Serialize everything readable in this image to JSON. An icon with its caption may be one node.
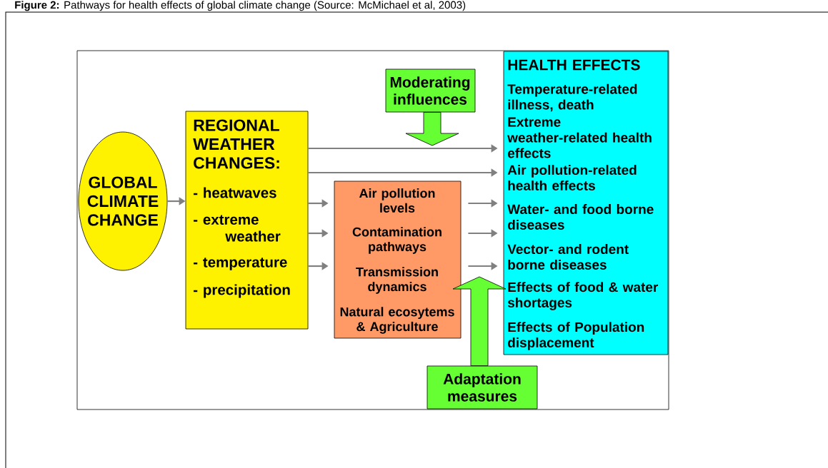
{
  "diagram": {
    "title": "**Figure 2:** Pathways for health effects of global climate change (Source: McMichael et al, 2003)",
    "nodes": [
      {
        "text": [
          "GLOBAL CLIMATE CHANGE"
        ]
      },
      {
        "text": [
          "REGIONAL WEATHER CHANGES:",
          "- heatwaves",
          "- extreme weather",
          "- temperature",
          "- precipitation"
        ]
      },
      {
        "text": [
          "Air pollution levels",
          "Contamination pathways",
          "Transmission dynamics",
          "Natural ecosytems & Agriculture"
        ]
      },
      {
        "text": [
          "Moderating influences"
        ]
      },
      {
        "text": [
          "HEALTH EFFECTS",
          "Temperature-related illness, death",
          "Extreme weather-related health effects",
          "Air pollution-related health effects",
          "Water- and food borne diseases",
          "Vector- and rodent borne diseases",
          "Effects of food & water shortages",
          "Effects of Population displacement"
        ]
      },
      {
        "text": [
          "Adaptation measures"
        ]
      }
    ],
    "edges": [
      {
        "from": 0,
        "to": 1,
        "arrow": "to"
      },
      {
        "from": 1,
        "to": 4,
        "arrow": "to"
      },
      {
        "from": 1,
        "to": 4,
        "arrow": "to"
      },
      {
        "from": 1,
        "to": 2,
        "arrow": "to"
      },
      {
        "from": 1,
        "to": 2,
        "arrow": "to"
      },
      {
        "from": 1,
        "to": 2,
        "arrow": "to"
      },
      {
        "from": 2,
        "to": 4,
        "arrow": "to"
      },
      {
        "from": 2,
        "to": 4,
        "arrow": "to"
      },
      {
        "from": 2,
        "to": 4,
        "arrow": "to"
      },
      {
        "from": 3,
        "to": null,
        "arrow": "to",
        "style": "thick",
        "color": "#66ff33"
      },
      {
        "from": 5,
        "to": null,
        "arrow": "to",
        "style": "thick",
        "color": "#66ff33"
      }
    ]
  }
}
